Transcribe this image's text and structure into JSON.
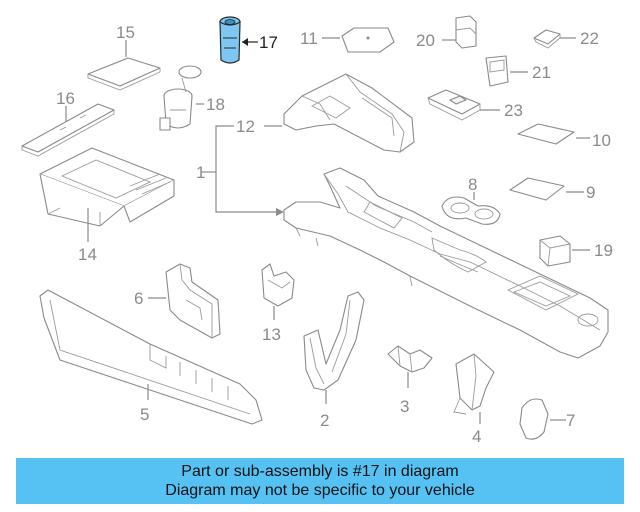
{
  "diagram": {
    "highlight_color": "#56c2f4",
    "highlighted_part": "17",
    "parts": [
      {
        "id": "p1",
        "label": "1"
      },
      {
        "id": "p2",
        "label": "2"
      },
      {
        "id": "p3",
        "label": "3"
      },
      {
        "id": "p4",
        "label": "4"
      },
      {
        "id": "p5",
        "label": "5"
      },
      {
        "id": "p6",
        "label": "6"
      },
      {
        "id": "p7",
        "label": "7"
      },
      {
        "id": "p8",
        "label": "8"
      },
      {
        "id": "p9",
        "label": "9"
      },
      {
        "id": "p10",
        "label": "10"
      },
      {
        "id": "p11",
        "label": "11"
      },
      {
        "id": "p12",
        "label": "12"
      },
      {
        "id": "p13",
        "label": "13"
      },
      {
        "id": "p14",
        "label": "14"
      },
      {
        "id": "p15",
        "label": "15"
      },
      {
        "id": "p16",
        "label": "16"
      },
      {
        "id": "p17",
        "label": "17"
      },
      {
        "id": "p18",
        "label": "18"
      },
      {
        "id": "p19",
        "label": "19"
      },
      {
        "id": "p20",
        "label": "20"
      },
      {
        "id": "p21",
        "label": "21"
      },
      {
        "id": "p22",
        "label": "22"
      },
      {
        "id": "p23",
        "label": "23"
      }
    ]
  },
  "banner": {
    "line1": "Part or sub-assembly is #17 in diagram",
    "line2": "Diagram may not be specific to your vehicle"
  }
}
